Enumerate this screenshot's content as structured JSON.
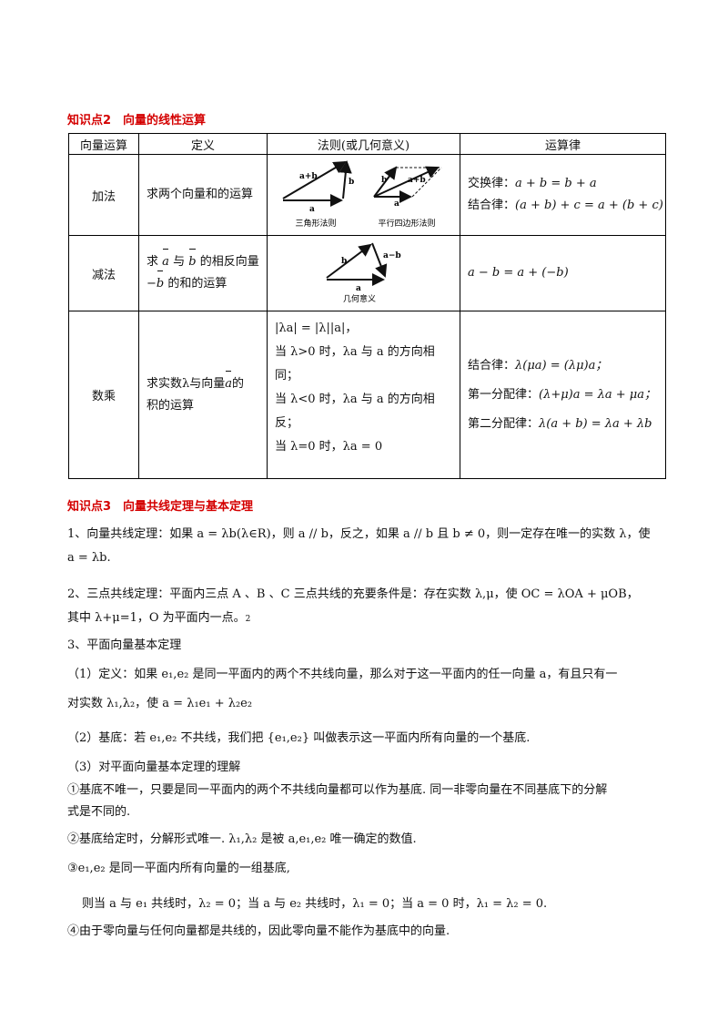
{
  "section2": {
    "title": "知识点2　向量的线性运算"
  },
  "table": {
    "headers": [
      "向量运算",
      "定义",
      "法则(或几何意义)",
      "运算律"
    ],
    "rows": [
      {
        "op": "加法",
        "def": "求两个向量和的运算",
        "fig_captions": [
          "三角形法则",
          "平行四边形法则"
        ],
        "fig_labels": {
          "sum": "a+b",
          "a": "a",
          "b": "b"
        },
        "laws": [
          {
            "label": "交换律：",
            "formula": "a + b = b + a"
          },
          {
            "label": "结合律：",
            "formula": "(a + b) + c = a + (b + c)"
          }
        ]
      },
      {
        "op": "减法",
        "def_line1_pre": "求",
        "def_line1_mid": "与",
        "def_line1_post": "的相反向量",
        "def_line2_post": "的和的运算",
        "fig_caption": "几何意义",
        "fig_labels": {
          "diff": "a−b",
          "a": "a",
          "b": "b"
        },
        "law": "a − b = a + (−b)"
      },
      {
        "op": "数乘",
        "def_line1": "求实数λ与向量",
        "def_line1_post": "的",
        "def_line2": "积的运算",
        "rule_lines": [
          "|λa| = |λ||a|，",
          "当 λ>0 时，λa 与 a 的方向相同；",
          "当 λ<0 时，λa 与 a 的方向相反；",
          "当 λ=0 时，λa = 0"
        ],
        "laws": [
          {
            "label": "结合律：",
            "formula": "λ(μa) = (λμ)a；"
          },
          {
            "label": "第一分配律：",
            "formula": "(λ+μ)a = λa + μa；"
          },
          {
            "label": "第二分配律：",
            "formula": "λ(a + b) = λa + λb"
          }
        ]
      }
    ]
  },
  "section3": {
    "title": "知识点3　向量共线定理与基本定理"
  },
  "paragraphs": {
    "p1": "1、向量共线定理：如果 a = λb(λ∈R)，则 a // b，反之，如果 a // b 且 b ≠ 0，则一定存在唯一的实数 λ，使",
    "p1b": "a = λb.",
    "p2": "2、三点共线定理：平面内三点 A 、B 、C 三点共线的充要条件是：存在实数 λ,μ，使 OC = λOA + μOB，",
    "p2b": "其中 λ+μ=1，O 为平面内一点。",
    "p2b_note": "2",
    "p3": "3、平面向量基本定理",
    "p4": "（1）定义：如果 e₁,e₂ 是同一平面内的两个不共线向量，那么对于这一平面内的任一向量 a，有且只有一",
    "p4b": "对实数 λ₁,λ₂，使 a = λ₁e₁ + λ₂e₂",
    "p5": "（2）基底：若 e₁,e₂ 不共线，我们把 {e₁,e₂} 叫做表示这一平面内所有向量的一个基底.",
    "p6": "（3）对平面向量基本定理的理解",
    "p7": "①基底不唯一，只要是同一平面内的两个不共线向量都可以作为基底. 同一非零向量在不同基底下的分解",
    "p7b": "式是不同的.",
    "p8": "②基底给定时，分解形式唯一. λ₁,λ₂ 是被 a,e₁,e₂ 唯一确定的数值.",
    "p9": "③e₁,e₂ 是同一平面内所有向量的一组基底,",
    "p10": "则当 a 与 e₁ 共线时，λ₂ = 0；当 a 与 e₂ 共线时，λ₁ = 0；当 a = 0 时，λ₁ = λ₂ = 0.",
    "p11": "④由于零向量与任何向量都是共线的，因此零向量不能作为基底中的向量."
  }
}
